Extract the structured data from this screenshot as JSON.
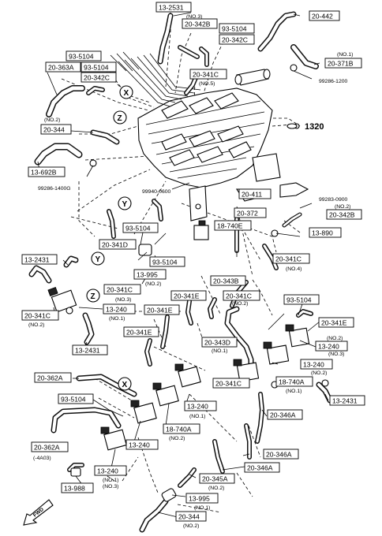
{
  "labels": [
    {
      "id": "l1",
      "text": "13-2531"
    },
    {
      "id": "l2",
      "text": "20-342B"
    },
    {
      "id": "l3",
      "text": "93-5104"
    },
    {
      "id": "l4",
      "text": "20-342C"
    },
    {
      "id": "l5",
      "text": "20-442"
    },
    {
      "id": "l6",
      "text": "20-371B"
    },
    {
      "id": "l7",
      "text": "93-5104"
    },
    {
      "id": "l8",
      "text": "20-363A"
    },
    {
      "id": "l9",
      "text": "93-5104"
    },
    {
      "id": "l10",
      "text": "20-342C"
    },
    {
      "id": "l11",
      "text": "20-341C"
    },
    {
      "id": "l12",
      "text": "20-344"
    },
    {
      "id": "l13",
      "text": "13-692B"
    },
    {
      "id": "l14",
      "text": "20-411"
    },
    {
      "id": "l15",
      "text": "20-342B"
    },
    {
      "id": "l16",
      "text": "20-372"
    },
    {
      "id": "l17",
      "text": "18-740E"
    },
    {
      "id": "l18",
      "text": "13-890"
    },
    {
      "id": "l19",
      "text": "93-5104"
    },
    {
      "id": "l20",
      "text": "20-341D"
    },
    {
      "id": "l21",
      "text": "13-2431"
    },
    {
      "id": "l22",
      "text": "93-5104"
    },
    {
      "id": "l23",
      "text": "13-995"
    },
    {
      "id": "l24",
      "text": "20-341C"
    },
    {
      "id": "l25",
      "text": "20-343B"
    },
    {
      "id": "l26",
      "text": "20-341C"
    },
    {
      "id": "l27",
      "text": "20-341C"
    },
    {
      "id": "l28",
      "text": "20-341E"
    },
    {
      "id": "l29",
      "text": "20-341C"
    },
    {
      "id": "l30",
      "text": "13-240"
    },
    {
      "id": "l31",
      "text": "20-341E"
    },
    {
      "id": "l32",
      "text": "93-5104"
    },
    {
      "id": "l33",
      "text": "20-341E"
    },
    {
      "id": "l34",
      "text": "13-2431"
    },
    {
      "id": "l35",
      "text": "20-341E"
    },
    {
      "id": "l36",
      "text": "20-343D"
    },
    {
      "id": "l37",
      "text": "13-240"
    },
    {
      "id": "l38",
      "text": "13-240"
    },
    {
      "id": "l39",
      "text": "20-341C"
    },
    {
      "id": "l40",
      "text": "18-740A"
    },
    {
      "id": "l41",
      "text": "13-2431"
    },
    {
      "id": "l42",
      "text": "20-362A"
    },
    {
      "id": "l43",
      "text": "93-5104"
    },
    {
      "id": "l44",
      "text": "13-240"
    },
    {
      "id": "l45",
      "text": "18-740A"
    },
    {
      "id": "l46",
      "text": "20-346A"
    },
    {
      "id": "l47",
      "text": "20-362A"
    },
    {
      "id": "l48",
      "text": "13-240"
    },
    {
      "id": "l49",
      "text": "20-346A"
    },
    {
      "id": "l50",
      "text": "20-346A"
    },
    {
      "id": "l51",
      "text": "13-240"
    },
    {
      "id": "l52",
      "text": "20-345A"
    },
    {
      "id": "l53",
      "text": "13-988"
    },
    {
      "id": "l54",
      "text": "13-995"
    },
    {
      "id": "l55",
      "text": "20-344"
    }
  ],
  "notes": [
    {
      "id": "n1",
      "text": "(NO.3)"
    },
    {
      "id": "n2",
      "text": "(NO.5)"
    },
    {
      "id": "n3",
      "text": "(NO.1)"
    },
    {
      "id": "n4",
      "text": "99286-1200"
    },
    {
      "id": "n5",
      "text": "(NO.2)"
    },
    {
      "id": "n6",
      "text": "99286-1400G"
    },
    {
      "id": "n7",
      "text": "99940-0600"
    },
    {
      "id": "n8",
      "text": "99283-0900"
    },
    {
      "id": "n9",
      "text": "(NO.2)"
    },
    {
      "id": "n10",
      "text": "(NO.4)"
    },
    {
      "id": "n11",
      "text": "(NO.2)"
    },
    {
      "id": "n12",
      "text": "(NO.3)"
    },
    {
      "id": "n13",
      "text": "(NO.2)"
    },
    {
      "id": "n14",
      "text": "(NO.2)"
    },
    {
      "id": "n15",
      "text": "(NO.1)"
    },
    {
      "id": "n16",
      "text": "(NO.2)"
    },
    {
      "id": "n17",
      "text": "(NO.3)"
    },
    {
      "id": "n18",
      "text": "(NO.1)"
    },
    {
      "id": "n19",
      "text": "(NO.2)"
    },
    {
      "id": "n20",
      "text": "(NO.1)"
    },
    {
      "id": "n21",
      "text": "(NO.1)"
    },
    {
      "id": "n22",
      "text": "(NO.2)"
    },
    {
      "id": "n23",
      "text": "(-4A03)"
    },
    {
      "id": "n24",
      "text": "(NO.1)"
    },
    {
      "id": "n25",
      "text": "(NO.3)"
    },
    {
      "id": "n26",
      "text": "(NO.2)"
    },
    {
      "id": "n27",
      "text": "(NO.1)"
    },
    {
      "id": "n28",
      "text": "(NO.2)"
    }
  ],
  "section_number": "1320",
  "reference_marks": [
    {
      "id": "m1",
      "text": "X"
    },
    {
      "id": "m2",
      "text": "Z"
    },
    {
      "id": "m3",
      "text": "Y"
    },
    {
      "id": "m4",
      "text": "Y"
    },
    {
      "id": "m5",
      "text": "Z"
    },
    {
      "id": "m6",
      "text": "X"
    }
  ],
  "direction_arrow": {
    "text": "FWD"
  }
}
